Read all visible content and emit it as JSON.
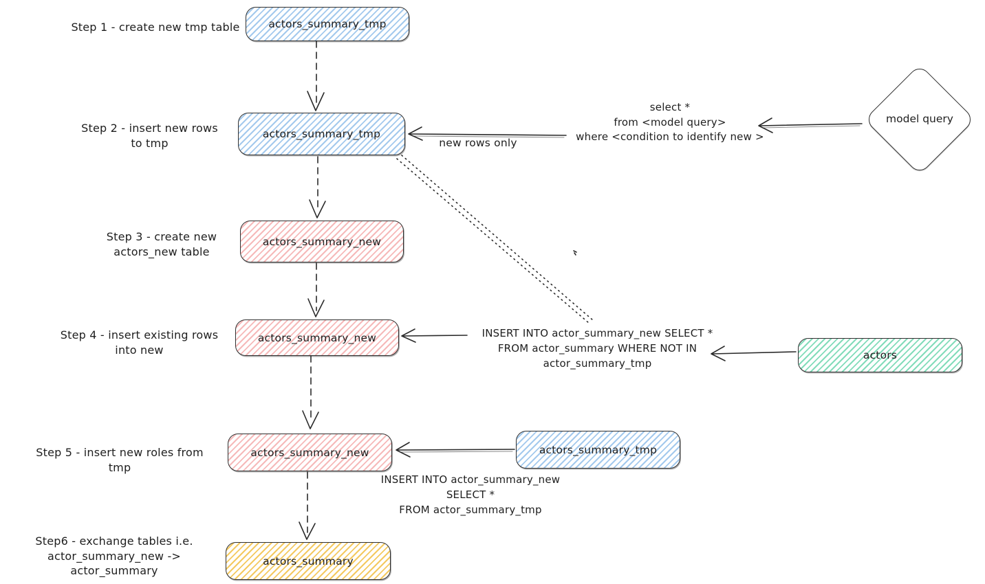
{
  "canvas": {
    "background": "#ffffff",
    "ink": "#1e1e1e"
  },
  "colors": {
    "blue": "#a3c9ed",
    "pink": "#f6b9b9",
    "green": "#82dcba",
    "yellow": "#f4c95f"
  },
  "steps": {
    "step1": {
      "label": "Step 1 - create new tmp table",
      "table": "actors_summary_tmp"
    },
    "step2": {
      "label_line1": "Step 2 - insert new rows",
      "label_line2": "to tmp",
      "table": "actors_summary_tmp"
    },
    "step3": {
      "label_line1": "Step 3 - create new",
      "label_line2": "actors_new table",
      "table": "actors_summary_new"
    },
    "step4": {
      "label_line1": "Step 4 - insert existing rows",
      "label_line2": "into new",
      "table": "actors_summary_new"
    },
    "step5": {
      "label": "Step 5 - insert new roles from tmp",
      "table": "actors_summary_new",
      "source_table": "actors_summary_tmp"
    },
    "step6": {
      "label_line1": "Step6 - exchange tables i.e.",
      "label_line2": "actor_summary_new -> actor_summary",
      "table": "actors_summary"
    }
  },
  "sources": {
    "model_query": "model query",
    "actors_table": "actors"
  },
  "annotations": {
    "new_rows_only": "new rows only",
    "model_query_sql_line1": "select *",
    "model_query_sql_line2": "from <model query>",
    "model_query_sql_line3": "where <condition to identify new >",
    "step4_sql_line1": "INSERT INTO actor_summary_new SELECT *",
    "step4_sql_line2": "FROM actor_summary WHERE NOT IN",
    "step4_sql_line3": "actor_summary_tmp",
    "step5_sql_line1": "INSERT INTO actor_summary_new",
    "step5_sql_line2": "SELECT *",
    "step5_sql_line3": "FROM actor_summary_tmp"
  }
}
